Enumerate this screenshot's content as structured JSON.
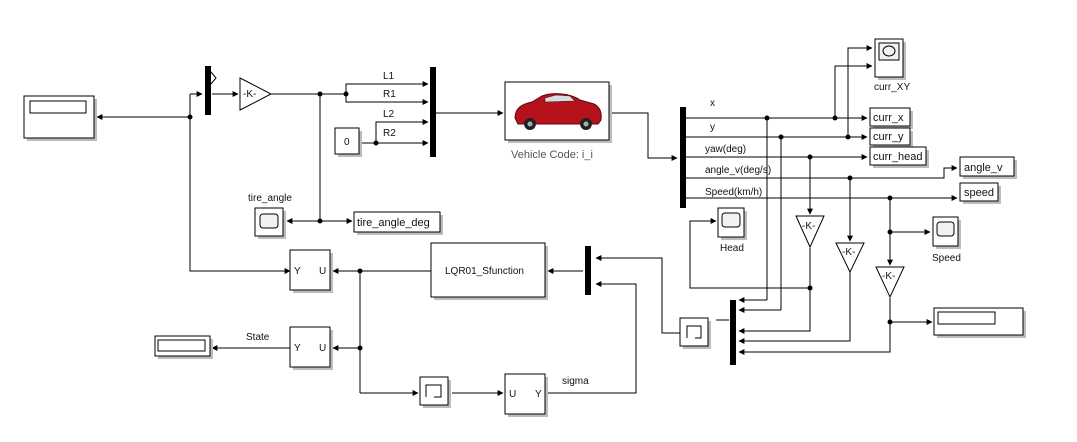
{
  "diagram": {
    "signals": {
      "L1": "L1",
      "R1": "R1",
      "L2": "L2",
      "R2": "R2",
      "x": "x",
      "y": "y",
      "yaw": "yaw(deg)",
      "angle_v": "angle_v(deg/s)",
      "speed": "Speed(km/h)",
      "state": "State",
      "sigma": "sigma"
    },
    "blocks": {
      "gain": "-K-",
      "constant": "0",
      "vehicle_caption": "Vehicle Code: i_i",
      "tire_angle_scope": "tire_angle",
      "tire_angle_deg": "tire_angle_deg",
      "lqr": "LQR01_Sfunction",
      "curr_xy": "curr_XY",
      "curr_x": "curr_x",
      "curr_y": "curr_y",
      "curr_head": "curr_head",
      "angle_v": "angle_v",
      "speed_goto": "speed",
      "head_scope": "Head",
      "speed_scope": "Speed",
      "port_y": "Y",
      "port_u": "U"
    },
    "colors": {
      "car_body": "#b5121b",
      "shadow": "#bdbdbd",
      "scope_screen": "#f2f2f2"
    }
  }
}
